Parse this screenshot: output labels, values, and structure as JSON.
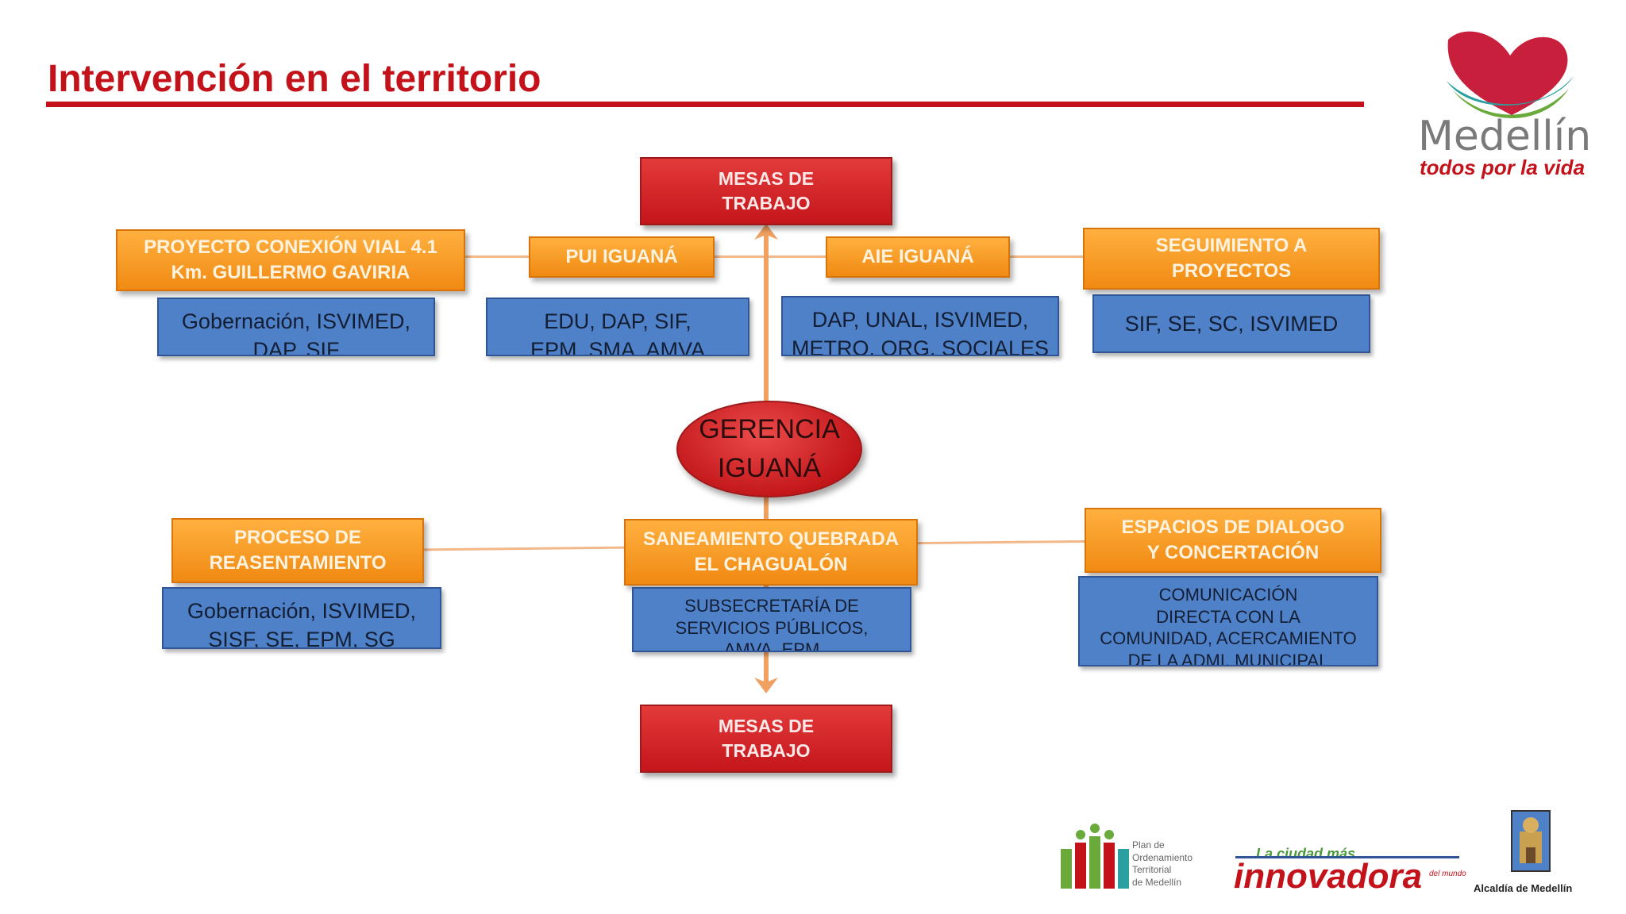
{
  "slide": {
    "title": "Intervención en el territorio"
  },
  "diagram": {
    "center": {
      "line1": "GERENCIA",
      "line2": "IGUANÁ"
    },
    "top_box": {
      "line1": "MESAS DE",
      "line2": "TRABAJO"
    },
    "bottom_box": {
      "line1": "MESAS DE",
      "line2": "TRABAJO"
    },
    "top_row": [
      {
        "title_line1": "PROYECTO CONEXIÓN VIAL 4.1",
        "title_line2": "Km.  GUILLERMO GAVIRIA",
        "detail_line1": "Gobernación,  ISVIMED,",
        "detail_line2": "DAP, SIF"
      },
      {
        "title_line1": "PUI IGUANÁ",
        "title_line2": "",
        "detail_line1": "EDU, DAP, SIF,",
        "detail_line2": "EPM, SMA, AMVA"
      },
      {
        "title_line1": "AIE IGUANÁ",
        "title_line2": "",
        "detail_line1": "DAP, UNAL, ISVIMED,",
        "detail_line2": "METRO, ORG. SOCIALES"
      },
      {
        "title_line1": "SEGUIMIENTO A",
        "title_line2": "PROYECTOS",
        "detail_line1": "SIF, SE, SC, ISVIMED",
        "detail_line2": ""
      }
    ],
    "bottom_row": [
      {
        "title_line1": "PROCESO DE",
        "title_line2": "REASENTAMIENTO",
        "detail_line1": "Gobernación,  ISVIMED,",
        "detail_line2": "SISF, SE, EPM, SG"
      },
      {
        "title_line1": "SANEAMIENTO QUEBRADA",
        "title_line2": "EL CHAGUALÓN",
        "detail_line1": "SUBSECRETARÍA DE",
        "detail_line2": "SERVICIOS PÚBLICOS,",
        "detail_line3": "AMVA, EPM"
      },
      {
        "title_line1": "ESPACIOS DE DIALOGO",
        "title_line2": "Y CONCERTACIÓN",
        "detail_line1": "COMUNICACIÓN",
        "detail_line2": "DIRECTA CON LA",
        "detail_line3": "COMUNIDAD, ACERCAMIENTO",
        "detail_line4": "DE LA ADMI. MUNICIPAL"
      }
    ]
  },
  "branding": {
    "city_name": "Medellín",
    "tagline": "todos por la vida",
    "pot_line1": "Plan de",
    "pot_line2": "Ordenamiento",
    "pot_line3": "Territorial",
    "pot_line4": "de Medellín",
    "innovadora_top": "La ciudad más",
    "innovadora": "innovadora",
    "innovadora_small": "del mundo",
    "alcaldia": "Alcaldía de Medellín"
  },
  "colors": {
    "title_red": "#c4121a",
    "box_red": "#d42a2a",
    "box_orange": "#f59b25",
    "box_blue": "#4f81c9",
    "logo_green": "#6aaa3a",
    "logo_teal": "#2aa0a0"
  }
}
